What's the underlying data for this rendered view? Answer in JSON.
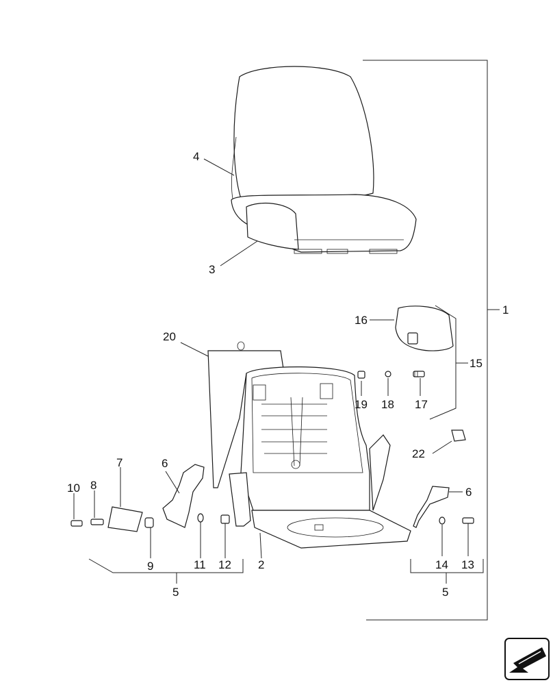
{
  "labels": {
    "l1": "1",
    "l2": "2",
    "l3": "3",
    "l4": "4",
    "l5a": "5",
    "l5b": "5",
    "l6a": "6",
    "l6b": "6",
    "l7": "7",
    "l8": "8",
    "l9": "9",
    "l10": "10",
    "l11": "11",
    "l12": "12",
    "l13": "13",
    "l14": "14",
    "l15": "15",
    "l16": "16",
    "l17": "17",
    "l18": "18",
    "l19": "19",
    "l20": "20",
    "l22": "22"
  },
  "nav_icon": "back-arrow-icon"
}
